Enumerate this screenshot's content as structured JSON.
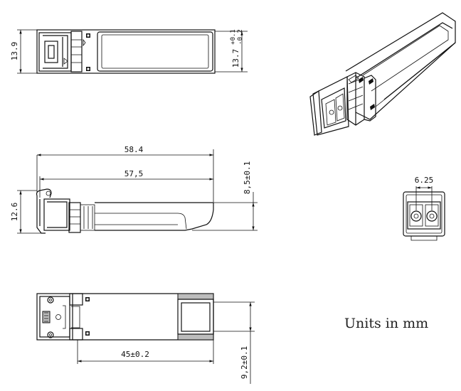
{
  "top_view": {
    "height_dim": "13.9",
    "width_dim": "13.7",
    "tol_plus": "+0.1",
    "tol_minus": "-0.2"
  },
  "side_view": {
    "overall_length": "58.4",
    "body_length": "57,5",
    "height_dim": "12.6",
    "latch_dim": "8,5±0.1"
  },
  "front_view": {
    "pitch_dim": "6.25"
  },
  "bottom_view": {
    "length_dim": "45±0.2",
    "width_dim": "9,2±0.1"
  },
  "notes": {
    "units": "Units in mm"
  }
}
